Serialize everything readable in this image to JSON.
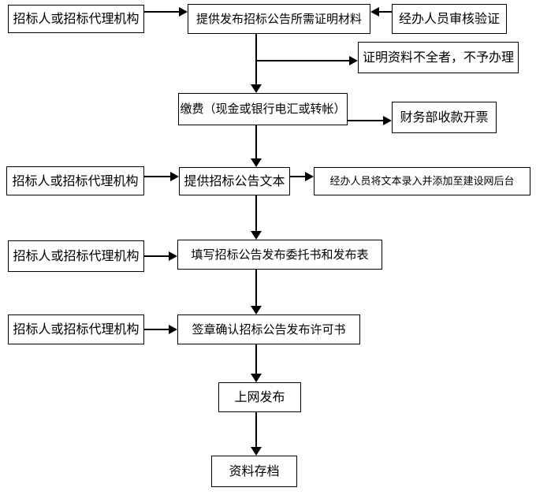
{
  "colors": {
    "background": "#ffffff",
    "box_fill": "#ffffff",
    "box_border": "#000000",
    "text": "#000000",
    "arrow": "#000000"
  },
  "nodes": [
    {
      "id": "requester-1",
      "label": "招标人或招标代理机构"
    },
    {
      "id": "provide-materials",
      "label": "提供发布招标公告所需证明材料"
    },
    {
      "id": "staff-verify",
      "label": "经办人员审核验证"
    },
    {
      "id": "incomplete-reject",
      "label": "证明资料不全者，不予办理"
    },
    {
      "id": "pay-fee",
      "label": "缴费（现金或银行电汇或转帐）"
    },
    {
      "id": "finance-invoice",
      "label": "财务部收款开票"
    },
    {
      "id": "requester-2",
      "label": "招标人或招标代理机构"
    },
    {
      "id": "provide-text",
      "label": "提供招标公告文本"
    },
    {
      "id": "staff-input",
      "label": "经办人员将文本录入并添加至建设网后台"
    },
    {
      "id": "requester-3",
      "label": "招标人或招标代理机构"
    },
    {
      "id": "fill-forms",
      "label": "填写招标公告发布委托书和发布表"
    },
    {
      "id": "requester-4",
      "label": "招标人或招标代理机构"
    },
    {
      "id": "sign-confirm",
      "label": "签章确认招标公告发布许可书"
    },
    {
      "id": "publish-online",
      "label": "上网发布"
    },
    {
      "id": "archive",
      "label": "资料存档"
    }
  ],
  "edges": [
    {
      "from": "requester-1",
      "to": "provide-materials"
    },
    {
      "from": "staff-verify",
      "to": "provide-materials"
    },
    {
      "from": "provide-materials",
      "to": "incomplete-reject"
    },
    {
      "from": "provide-materials",
      "to": "pay-fee"
    },
    {
      "from": "pay-fee",
      "to": "finance-invoice"
    },
    {
      "from": "pay-fee",
      "to": "provide-text"
    },
    {
      "from": "requester-2",
      "to": "provide-text"
    },
    {
      "from": "provide-text",
      "to": "staff-input"
    },
    {
      "from": "provide-text",
      "to": "fill-forms"
    },
    {
      "from": "requester-3",
      "to": "fill-forms"
    },
    {
      "from": "fill-forms",
      "to": "sign-confirm"
    },
    {
      "from": "requester-4",
      "to": "sign-confirm"
    },
    {
      "from": "sign-confirm",
      "to": "publish-online"
    },
    {
      "from": "publish-online",
      "to": "archive"
    }
  ]
}
